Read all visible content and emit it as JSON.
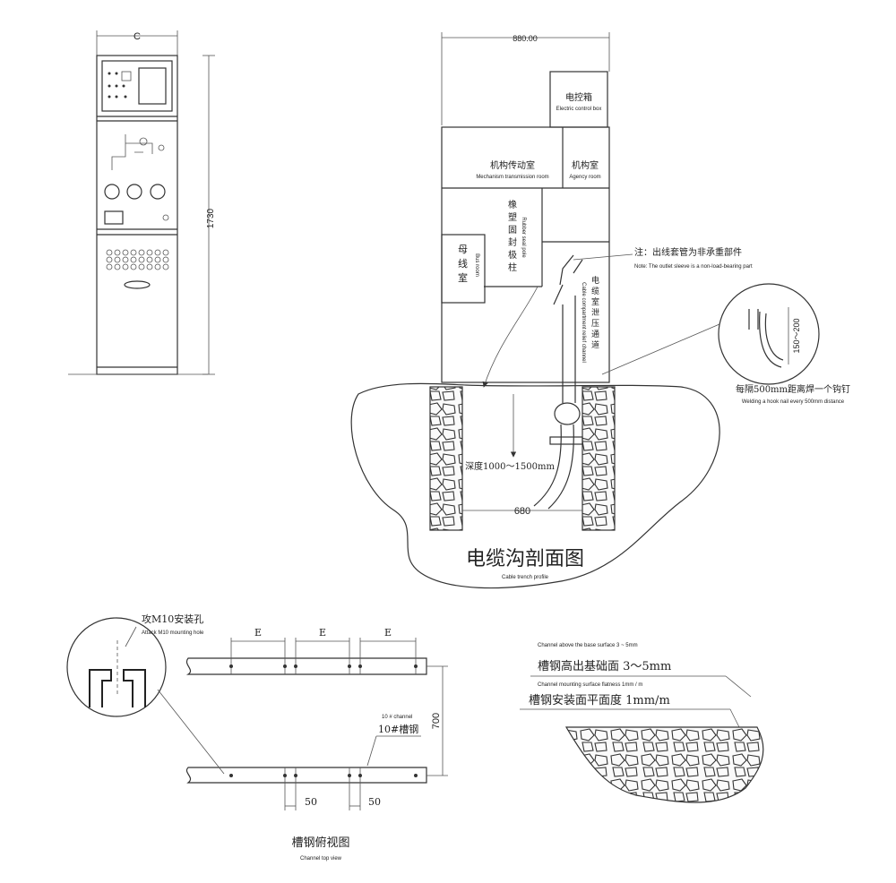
{
  "front_view": {
    "width_label": "C",
    "height_label": "1730"
  },
  "side_section": {
    "width_label": "880.00",
    "control_box_zh": "电控箱",
    "control_box_en": "Electric control box",
    "mechanism_transmission_zh": "机构传动室",
    "mechanism_transmission_en": "Mechanism transmission room",
    "agency_room_zh": "机构室",
    "agency_room_en": "Agency room",
    "rubber_pole_zh": "橡塑固封极柱",
    "rubber_pole_en": "Rubber seal pole",
    "bus_room_zh": "母线室",
    "bus_room_en": "Bus room",
    "cable_relief_zh": "电缆室泄压通道",
    "cable_relief_en": "Cable compartment relief channel",
    "note_zh": "注：出线套管为非承重部件",
    "note_en": "Note: The outlet sleeve is a non-load-bearing part"
  },
  "hook_detail": {
    "dim_label": "150～200",
    "caption_zh": "每隔500mm距离焊一个钩钉",
    "caption_en": "Welding a hook nail every 500mm distance"
  },
  "trench": {
    "depth_label": "深度1000～1500mm",
    "width_label": "680",
    "title_zh": "电缆沟剖面图",
    "title_en": "Cable trench profile"
  },
  "channel_top": {
    "mount_hole_zh": "攻M10安装孔",
    "mount_hole_en": "Attack M10 mounting hole",
    "spacing_labels": [
      "E",
      "E",
      "E"
    ],
    "distance_label": "700",
    "channel_en": "10 # channel",
    "channel_zh": "10#槽钢",
    "offset_left": "50",
    "offset_right": "50",
    "title_zh": "槽钢俯视图",
    "title_en": "Channel top view"
  },
  "channel_spec": {
    "above_base_en": "Channel above the base surface 3 ~ 5mm",
    "above_base_zh": "槽钢高出基础面  3～5mm",
    "flatness_en": "Channel mounting surface flatness 1mm / m",
    "flatness_zh": "槽钢安装面平面度  1mm/m"
  }
}
